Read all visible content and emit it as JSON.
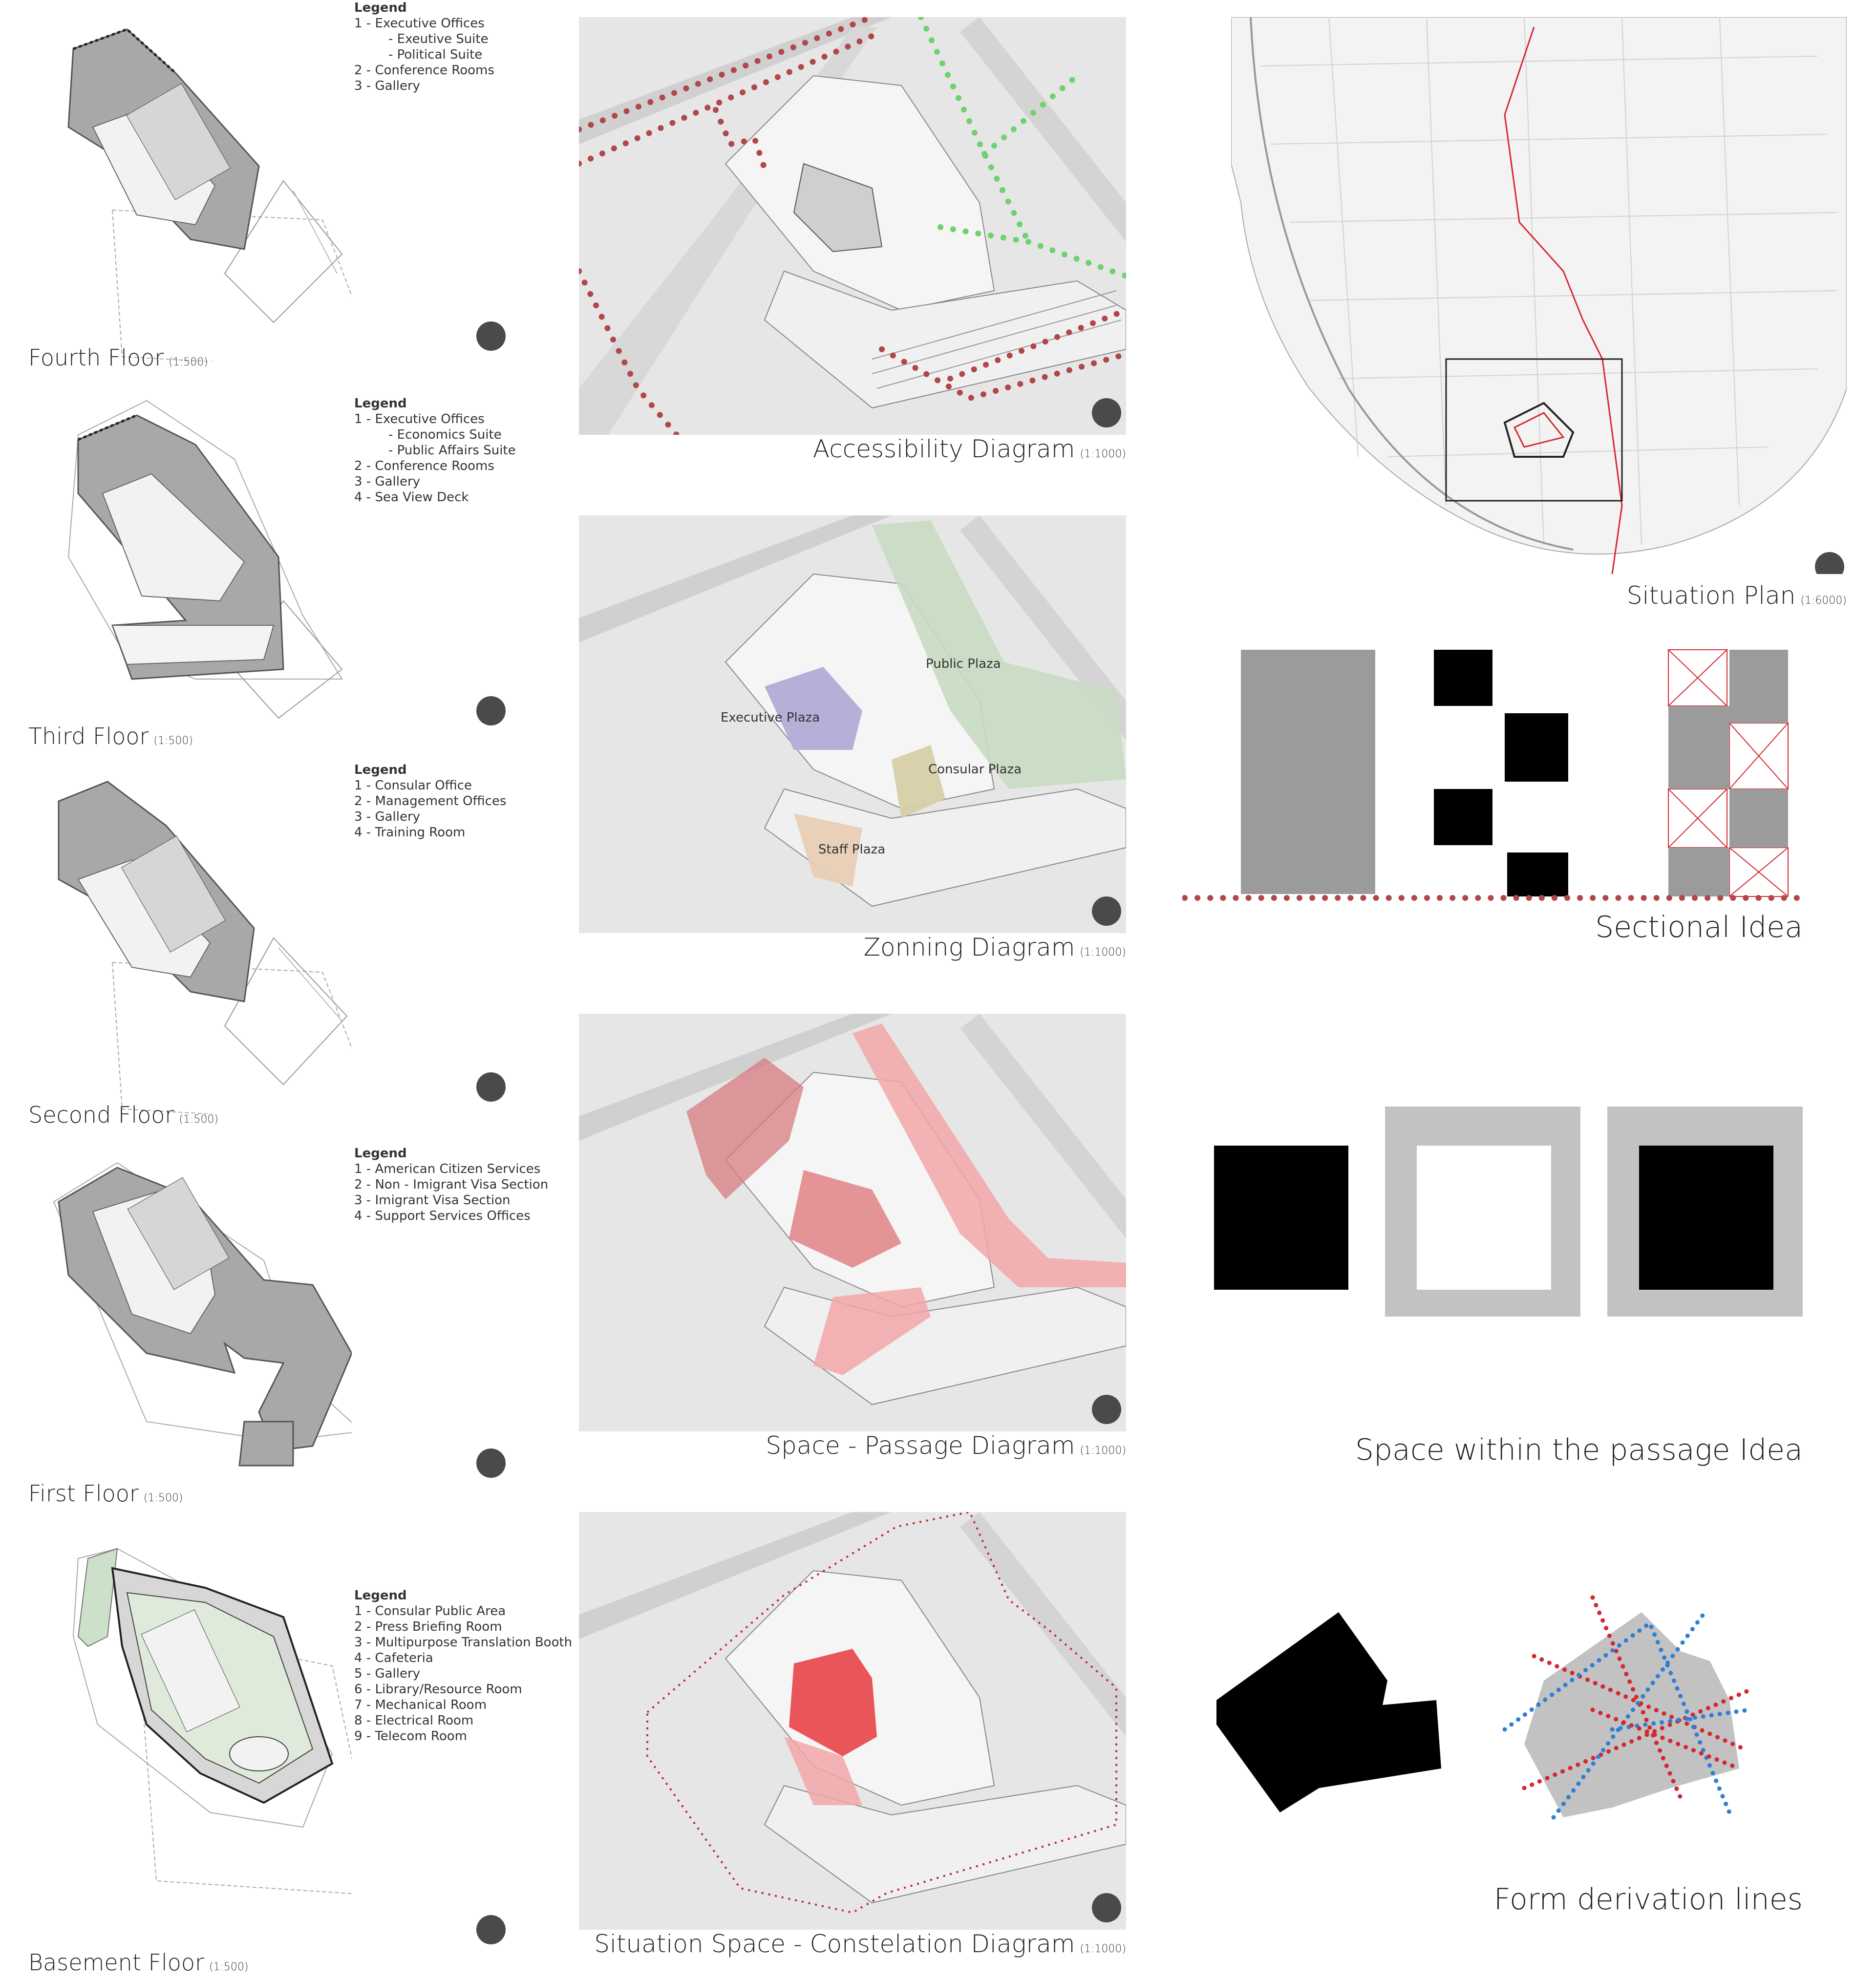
{
  "floors": [
    {
      "title": "Fourth Floor",
      "scale": "(1:500)",
      "legend_title": "Legend",
      "legend": [
        {
          "text": "1 - Executive Offices",
          "sub": false
        },
        {
          "text": "- Exeutive Suite",
          "sub": true
        },
        {
          "text": "- Political Suite",
          "sub": true
        },
        {
          "text": "2 - Conference Rooms",
          "sub": false
        },
        {
          "text": "3 - Gallery",
          "sub": false
        }
      ]
    },
    {
      "title": "Third Floor",
      "scale": "(1:500)",
      "legend_title": "Legend",
      "legend": [
        {
          "text": "1 - Executive Offices",
          "sub": false
        },
        {
          "text": "- Economics Suite",
          "sub": true
        },
        {
          "text": "- Public Affairs Suite",
          "sub": true
        },
        {
          "text": "2 - Conference Rooms",
          "sub": false
        },
        {
          "text": "3 - Gallery",
          "sub": false
        },
        {
          "text": "4 - Sea View Deck",
          "sub": false
        }
      ]
    },
    {
      "title": "Second Floor",
      "scale": "(1:500)",
      "legend_title": "Legend",
      "legend": [
        {
          "text": "1 - Consular Office",
          "sub": false
        },
        {
          "text": "2 - Management Offices",
          "sub": false
        },
        {
          "text": "3 - Gallery",
          "sub": false
        },
        {
          "text": "4 - Training Room",
          "sub": false
        }
      ]
    },
    {
      "title": "First Floor",
      "scale": "(1:500)",
      "legend_title": "Legend",
      "legend": [
        {
          "text": "1 - American Citizen Services",
          "sub": false
        },
        {
          "text": "2 - Non - Imigrant Visa Section",
          "sub": false
        },
        {
          "text": "3 - Imigrant Visa Section",
          "sub": false
        },
        {
          "text": "4 - Support Services Offices",
          "sub": false
        }
      ]
    },
    {
      "title": "Basement Floor",
      "scale": "(1:500)",
      "legend_title": "Legend",
      "legend": [
        {
          "text": "1 - Consular Public Area",
          "sub": false
        },
        {
          "text": "2 - Press Briefing Room",
          "sub": false
        },
        {
          "text": "3 - Multipurpose Translation Booth",
          "sub": false
        },
        {
          "text": "4 - Cafeteria",
          "sub": false
        },
        {
          "text": "5 - Gallery",
          "sub": false
        },
        {
          "text": "6 - Library/Resource Room",
          "sub": false
        },
        {
          "text": "7 - Mechanical Room",
          "sub": false
        },
        {
          "text": "8 - Electrical Room",
          "sub": false
        },
        {
          "text": "9 - Telecom Room",
          "sub": false
        }
      ]
    }
  ],
  "diagrams": [
    {
      "title": "Accessibility Diagram",
      "scale": "(1:1000)"
    },
    {
      "title": "Zonning Diagram",
      "scale": "(1:1000)"
    },
    {
      "title": "Space - Passage Diagram",
      "scale": "(1:1000)"
    },
    {
      "title": "Situation Space - Constelation Diagram",
      "scale": "(1:1000)"
    }
  ],
  "zones": {
    "public": "Public Plaza",
    "executive": "Executive Plaza",
    "consular": "Consular Plaza",
    "staff": "Staff Plaza"
  },
  "zone_colors": {
    "public": "#c9dcc3",
    "executive": "#b3abd6",
    "consular": "#d6cfa8",
    "staff": "#e8cfb5"
  },
  "situation": {
    "title": "Situation Plan",
    "scale": "(1:6000)"
  },
  "concepts": {
    "sectional": "Sectional Idea",
    "passage": "Space within the passage Idea",
    "form": "Form derivation lines"
  },
  "colors": {
    "red_dots": "#b0474a",
    "green_dots": "#6fd16f",
    "passage_red": "#f2a6a8",
    "blue_dots": "#2f7fd6"
  }
}
